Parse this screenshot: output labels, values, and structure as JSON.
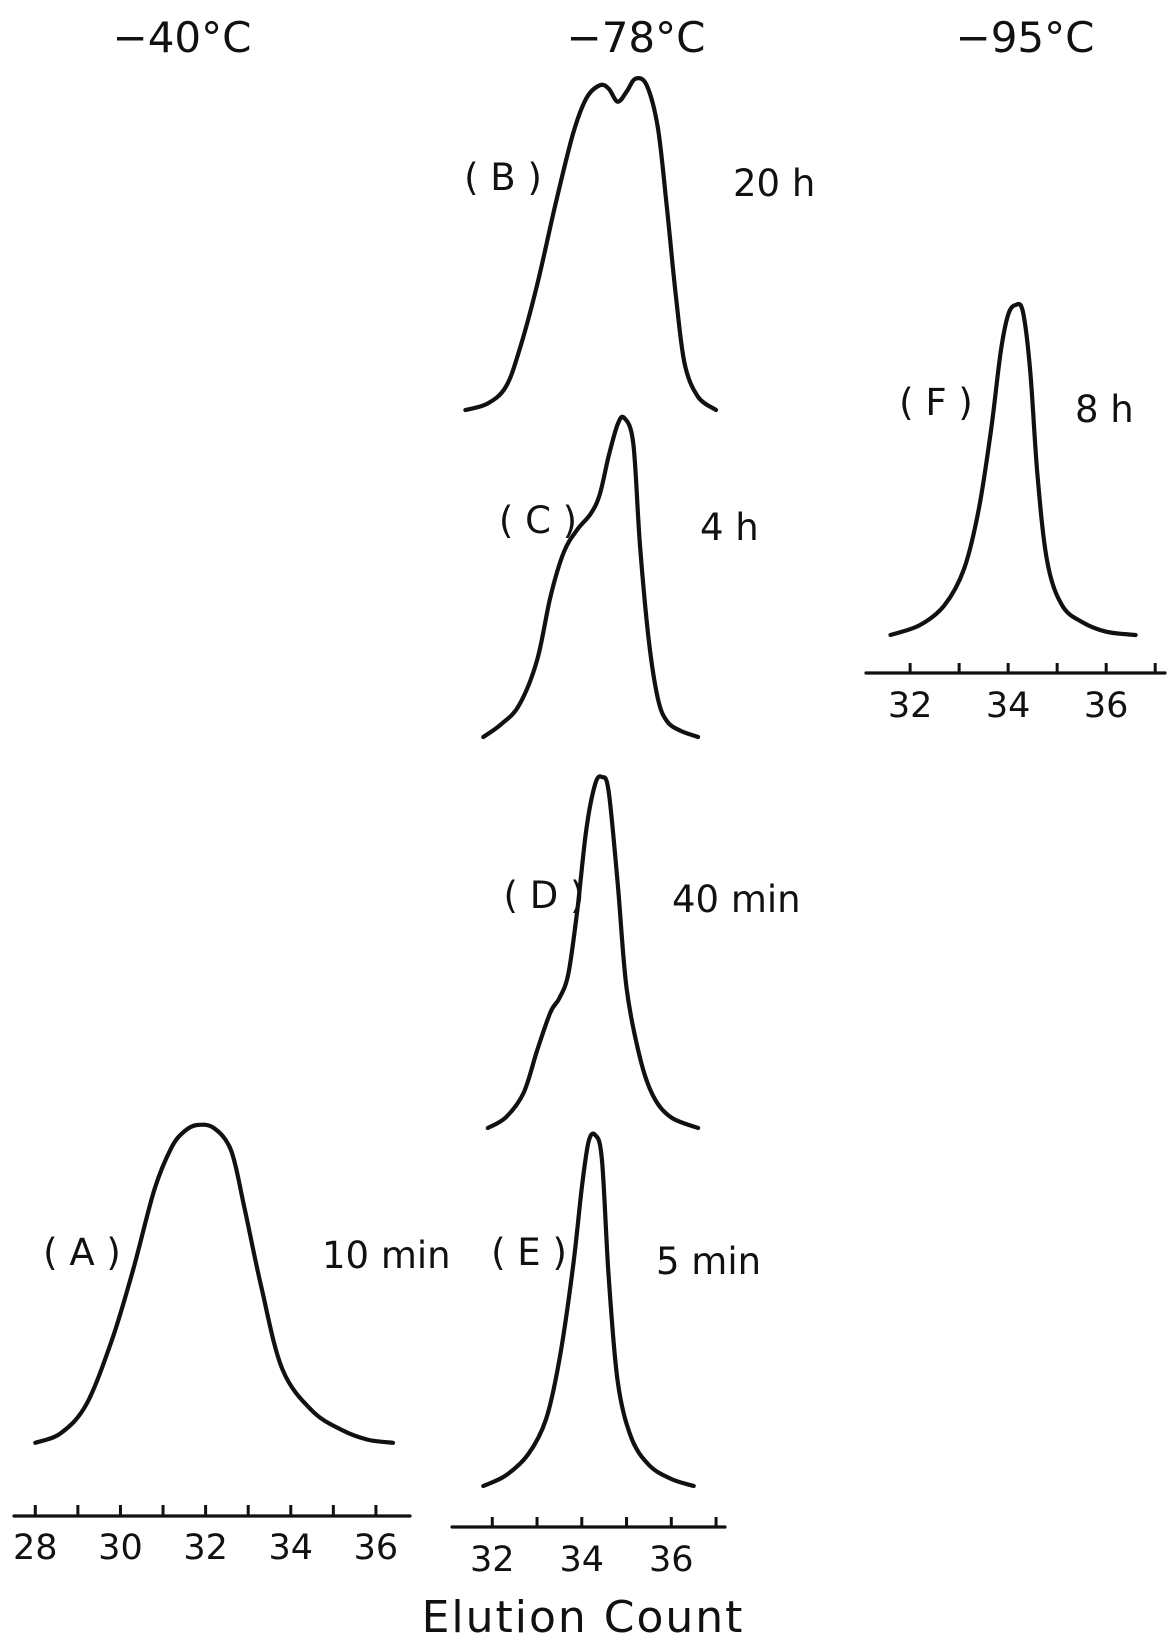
{
  "chart_data": {
    "type": "line",
    "xlabel": "Elution Count",
    "ylabel": "",
    "grid": false,
    "legend": "none",
    "columns": [
      {
        "temperature": "−40°C",
        "axis_ticks": [
          28,
          30,
          32,
          34,
          36
        ],
        "xlim": [
          27.5,
          36.8
        ]
      },
      {
        "temperature": "−78°C",
        "axis_ticks": [
          32,
          34,
          36
        ],
        "xlim": [
          31.1,
          37.2
        ]
      },
      {
        "temperature": "−95°C",
        "axis_ticks": [
          32,
          34,
          36
        ],
        "xlim": [
          31.1,
          37.2
        ]
      }
    ],
    "series": [
      {
        "label": "( A )",
        "time": "10 min",
        "column": 0,
        "x": [
          28.0,
          28.6,
          29.2,
          29.8,
          30.3,
          30.8,
          31.2,
          31.5,
          31.8,
          32.2,
          32.6,
          32.9,
          33.3,
          33.8,
          34.5,
          35.2,
          35.8,
          36.4
        ],
        "y": [
          0.01,
          0.04,
          0.13,
          0.33,
          0.55,
          0.8,
          0.93,
          0.98,
          1.0,
          0.99,
          0.92,
          0.75,
          0.5,
          0.24,
          0.11,
          0.05,
          0.02,
          0.01
        ]
      },
      {
        "label": "( B )",
        "time": "20 h",
        "column": 1,
        "x": [
          31.4,
          31.9,
          32.3,
          32.6,
          33.0,
          33.4,
          33.8,
          34.1,
          34.4,
          34.6,
          34.8,
          35.0,
          35.2,
          35.45,
          35.7,
          35.9,
          36.1,
          36.3,
          36.6,
          37.0
        ],
        "y": [
          0.0,
          0.02,
          0.07,
          0.18,
          0.38,
          0.62,
          0.84,
          0.95,
          0.99,
          0.98,
          0.94,
          0.97,
          1.01,
          0.99,
          0.86,
          0.62,
          0.35,
          0.14,
          0.04,
          0.0
        ]
      },
      {
        "label": "( C )",
        "time": "4 h",
        "column": 1,
        "x": [
          31.8,
          32.2,
          32.6,
          33.0,
          33.3,
          33.6,
          33.9,
          34.2,
          34.4,
          34.6,
          34.8,
          34.95,
          35.15,
          35.3,
          35.5,
          35.7,
          35.9,
          36.2,
          36.6
        ],
        "y": [
          0.0,
          0.04,
          0.1,
          0.24,
          0.44,
          0.58,
          0.65,
          0.7,
          0.76,
          0.88,
          0.98,
          1.0,
          0.92,
          0.6,
          0.3,
          0.12,
          0.05,
          0.02,
          0.0
        ]
      },
      {
        "label": "( D )",
        "time": "40 min",
        "column": 1,
        "x": [
          31.9,
          32.3,
          32.7,
          33.0,
          33.3,
          33.5,
          33.7,
          33.9,
          34.1,
          34.3,
          34.45,
          34.6,
          34.8,
          35.0,
          35.3,
          35.6,
          36.0,
          36.6
        ],
        "y": [
          0.0,
          0.03,
          0.1,
          0.22,
          0.33,
          0.37,
          0.44,
          0.62,
          0.85,
          0.98,
          1.0,
          0.96,
          0.7,
          0.4,
          0.2,
          0.09,
          0.03,
          0.0
        ]
      },
      {
        "label": "( E )",
        "time": "5 min",
        "column": 1,
        "x": [
          31.8,
          32.3,
          32.8,
          33.2,
          33.5,
          33.8,
          34.0,
          34.15,
          34.3,
          34.45,
          34.6,
          34.8,
          35.1,
          35.5,
          36.0,
          36.5
        ],
        "y": [
          0.0,
          0.03,
          0.09,
          0.19,
          0.36,
          0.62,
          0.85,
          0.98,
          1.0,
          0.93,
          0.6,
          0.3,
          0.14,
          0.06,
          0.02,
          0.0
        ]
      },
      {
        "label": "( F )",
        "time": "8 h",
        "column": 2,
        "x": [
          31.6,
          32.2,
          32.7,
          33.1,
          33.4,
          33.65,
          33.85,
          34.0,
          34.15,
          34.3,
          34.45,
          34.6,
          34.8,
          35.1,
          35.5,
          36.0,
          36.6
        ],
        "y": [
          0.0,
          0.03,
          0.09,
          0.2,
          0.38,
          0.62,
          0.86,
          0.97,
          1.0,
          0.98,
          0.8,
          0.48,
          0.22,
          0.09,
          0.04,
          0.01,
          0.0
        ]
      }
    ]
  }
}
